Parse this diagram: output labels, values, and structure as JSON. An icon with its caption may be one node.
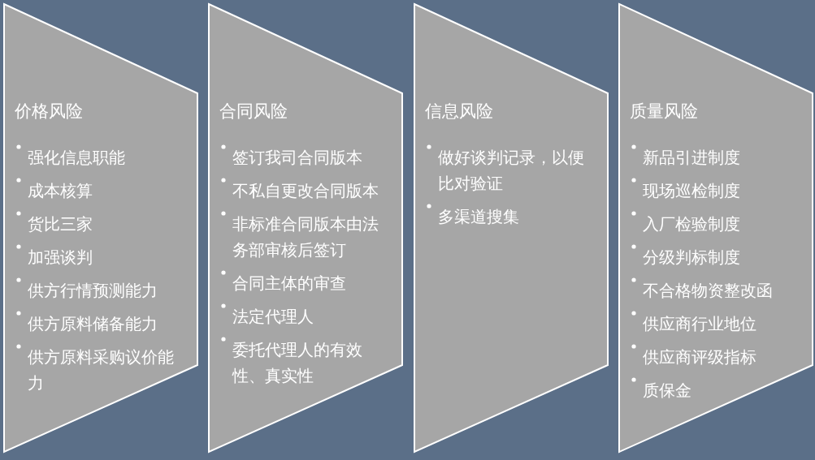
{
  "diagram": {
    "nodes": [
      {
        "text": [
          "价格风险",
          "强化信息职能",
          "成本核算",
          "货比三家",
          "加强谈判",
          "供方行情预测能力",
          "供方原料储备能力",
          "供方原料采购议价能力"
        ]
      },
      {
        "text": [
          "合同风险",
          "签订我司合同版本",
          "不私自更改合同版本",
          "非标准合同版本由法务部审核后签订",
          "合同主体的审查",
          "法定代理人",
          "委托代理人的有效性、真实性"
        ]
      },
      {
        "text": [
          "信息风险",
          "做好谈判记录，以便比对验证",
          "多渠道搜集"
        ]
      },
      {
        "text": [
          "质量风险",
          "新品引进制度",
          "现场巡检制度",
          "入厂检验制度",
          "分级判标制度",
          "不合格物资整改函",
          "供应商行业地位",
          "供应商评级指标",
          "质保金"
        ]
      }
    ]
  }
}
